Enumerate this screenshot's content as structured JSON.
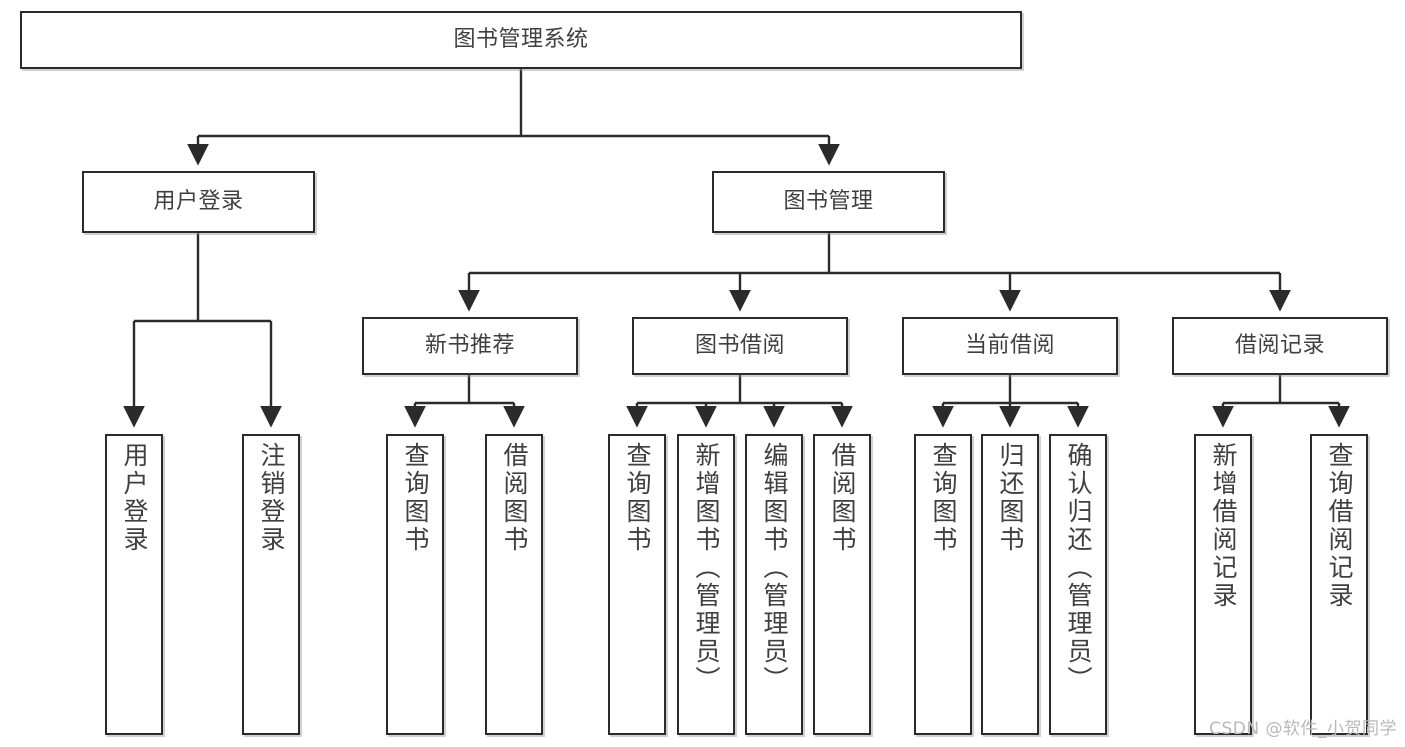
{
  "diagram": {
    "type": "tree",
    "title": "图书管理系统",
    "root": {
      "id": "root",
      "label": "图书管理系统"
    },
    "level2": [
      {
        "id": "login",
        "label": "用户登录"
      },
      {
        "id": "bookmgmt",
        "label": "图书管理"
      }
    ],
    "level3": [
      {
        "id": "newbook",
        "label": "新书推荐",
        "parent": "bookmgmt"
      },
      {
        "id": "borrow",
        "label": "图书借阅",
        "parent": "bookmgmt"
      },
      {
        "id": "current",
        "label": "当前借阅",
        "parent": "bookmgmt"
      },
      {
        "id": "record",
        "label": "借阅记录",
        "parent": "bookmgmt"
      }
    ],
    "leaves": [
      {
        "id": "leaf-user-login",
        "label": "用户登录",
        "parent": "login"
      },
      {
        "id": "leaf-user-logout",
        "label": "注销登录",
        "parent": "login"
      },
      {
        "id": "leaf-newbook-query",
        "label": "查询图书",
        "parent": "newbook"
      },
      {
        "id": "leaf-newbook-borrow",
        "label": "借阅图书",
        "parent": "newbook"
      },
      {
        "id": "leaf-borrow-query",
        "label": "查询图书",
        "parent": "borrow"
      },
      {
        "id": "leaf-borrow-add",
        "label": "新增图书（管理员）",
        "parent": "borrow"
      },
      {
        "id": "leaf-borrow-edit",
        "label": "编辑图书（管理员）",
        "parent": "borrow"
      },
      {
        "id": "leaf-borrow-lend",
        "label": "借阅图书",
        "parent": "borrow"
      },
      {
        "id": "leaf-current-query",
        "label": "查询图书",
        "parent": "current"
      },
      {
        "id": "leaf-current-return",
        "label": "归还图书",
        "parent": "current"
      },
      {
        "id": "leaf-current-confirm",
        "label": "确认归还（管理员）",
        "parent": "current"
      },
      {
        "id": "leaf-record-add",
        "label": "新增借阅记录",
        "parent": "record"
      },
      {
        "id": "leaf-record-query",
        "label": "查询借阅记录",
        "parent": "record"
      }
    ],
    "colors": {
      "stroke": "#2b2b2b",
      "text": "#3f3f3f",
      "background": "#ffffff",
      "watermark": "#b9b9b9"
    }
  },
  "watermark": {
    "text": "CSDN @软件_小贺同学"
  }
}
